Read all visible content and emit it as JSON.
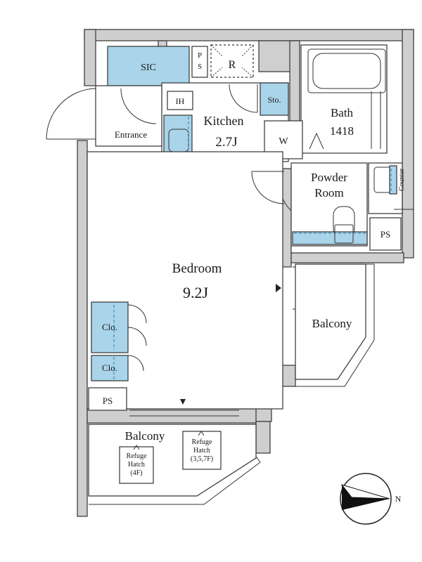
{
  "rooms": {
    "sic": "SIC",
    "ps_top": "P\nS",
    "refrigerator": "R",
    "ih": "IH",
    "storage": "Sto.",
    "kitchen_name": "Kitchen",
    "kitchen_size": "2.7J",
    "washer": "W",
    "bath_name": "Bath",
    "bath_size": "1418",
    "entrance": "Entrance",
    "powder_line1": "Powder",
    "powder_line2": "Room",
    "counter": "Counter",
    "ps_right": "PS",
    "bedroom_name": "Bedroom",
    "bedroom_size": "9.2J",
    "closet_1": "Clo.",
    "closet_2": "Clo.",
    "ps_left": "PS",
    "balcony_right": "Balcony",
    "balcony_bottom": "Balcony",
    "hatch_left": [
      "Refuge",
      "Hatch",
      "(4F)"
    ],
    "hatch_right": [
      "Refuge",
      "Hatch",
      "(3,5,7F)"
    ]
  },
  "compass": {
    "north_label": "N"
  },
  "colors": {
    "fixture_blue": "#a9d4ea",
    "wall_gray": "#cfcfcf"
  }
}
